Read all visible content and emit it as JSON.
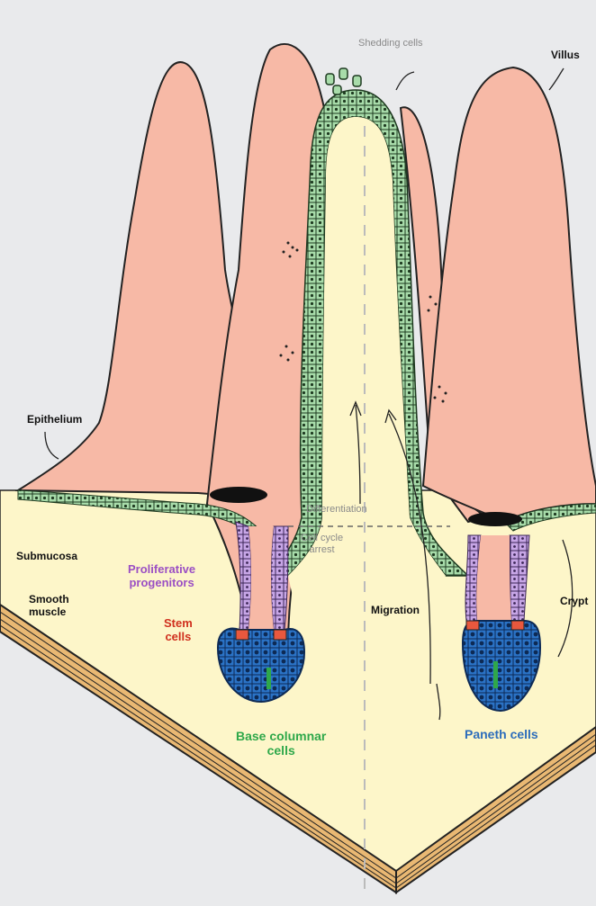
{
  "labels": {
    "shedding": "Shedding cells",
    "villus": "Villus",
    "epithelium": "Epithelium",
    "submucosa": "Submucosa",
    "smooth_muscle": "Smooth\nmuscle",
    "proliferative": "Proliferative\nprogenitors",
    "stem": "Stem\ncells",
    "base_columnar": "Base columnar\ncells",
    "differentiation": "Differentiation",
    "cell_cycle": "Cell cycle\narrest",
    "migration": "Migration",
    "crypt": "Crypt",
    "paneth": "Paneth cells"
  },
  "colors": {
    "villus": "#f7b9a6",
    "submucosa": "#fdf6c9",
    "epithelial_cell": "#a8dcaa",
    "progenitor": "#c7a6e6",
    "stem_cell": "#e8583e",
    "base_cell": "#2b73c6",
    "muscle": "#e9b873",
    "background": "#e9eaec"
  }
}
